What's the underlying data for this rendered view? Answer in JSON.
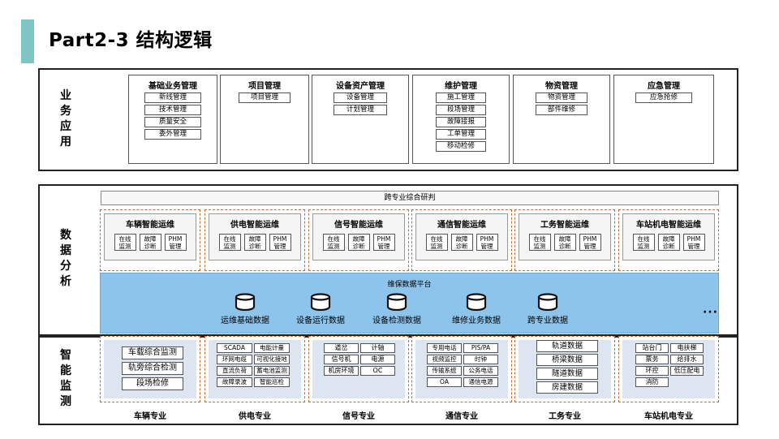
{
  "title": "Part2-3  结构逻辑",
  "layers": {
    "business": "业\n务\n应\n用",
    "analysis": "数\n据\n分\n析",
    "monitoring": "智\n能\n监\n测"
  },
  "business_modules": [
    {
      "title": "基础业务管理",
      "items": [
        "新线管理",
        "技术管理",
        "质量安全",
        "委外管理"
      ]
    },
    {
      "title": "项目管理",
      "items": [
        "项目管理"
      ]
    },
    {
      "title": "设备资产管理",
      "items": [
        "设备管理",
        "计划管理"
      ]
    },
    {
      "title": "维护管理",
      "items": [
        "施工管理",
        "段场管理",
        "故障接报",
        "工单管理",
        "移动检修"
      ]
    },
    {
      "title": "物资管理",
      "items": [
        "物资管理",
        "部件维修"
      ]
    },
    {
      "title": "应急管理",
      "items": [
        "应急抢修"
      ]
    }
  ],
  "cross_research": "跨专业综合研判",
  "specialties": [
    {
      "title": "车辆智能运维",
      "chips": [
        "在线\n监测",
        "故障\n诊断",
        "PHM\n管理"
      ]
    },
    {
      "title": "供电智能运维",
      "chips": [
        "在线\n监测",
        "故障\n诊断",
        "PHM\n管理"
      ]
    },
    {
      "title": "信号智能运维",
      "chips": [
        "在线\n监测",
        "故障\n诊断",
        "PHM\n管理"
      ]
    },
    {
      "title": "通信智能运维",
      "chips": [
        "在线\n监测",
        "故障\n诊断",
        "PHM\n管理"
      ]
    },
    {
      "title": "工务智能运维",
      "chips": [
        "在线\n监测",
        "故障\n诊断",
        "PHM\n管理"
      ]
    },
    {
      "title": "车站机电智能运维",
      "chips": [
        "在线\n监测",
        "故障\n诊断",
        "PHM\n管理"
      ]
    }
  ],
  "platform": {
    "title": "维保数据平台",
    "databases": [
      "运维基础数据",
      "设备运行数据",
      "设备检测数据",
      "维修业务数据",
      "跨专业数据"
    ],
    "more": "···"
  },
  "monitoring": {
    "vehicle": [
      "车载综合监测",
      "轨旁综合检测",
      "段场检修"
    ],
    "power": [
      "SCADA",
      "电能计量",
      "环网电缆",
      "可视化接地",
      "直流负荷",
      "蓄电池监测",
      "故障录波",
      "智能巡检"
    ],
    "signal": [
      "道岔",
      "计轴",
      "信号机",
      "电源",
      "机房环境",
      "OC"
    ],
    "comm": [
      "专用电话",
      "PIS/PA",
      "视频监控",
      "时钟",
      "传输系统",
      "公务电话",
      "OA",
      "通信电源"
    ],
    "track": [
      "轨道数据",
      "桥梁数据",
      "隧道数据",
      "房建数据"
    ],
    "station": [
      "站台门",
      "电扶梯",
      "票务",
      "给排水",
      "环控",
      "低压配电",
      "消防"
    ]
  },
  "footers": [
    "车辆专业",
    "供电专业",
    "信号专业",
    "通信专业",
    "工务专业",
    "车站机电专业"
  ],
  "colors": {
    "accent": "#7ec6c4",
    "platform": "#8cc4ec",
    "dashed_border": "#c0703a",
    "monitor_fill": "#dde6f0"
  }
}
